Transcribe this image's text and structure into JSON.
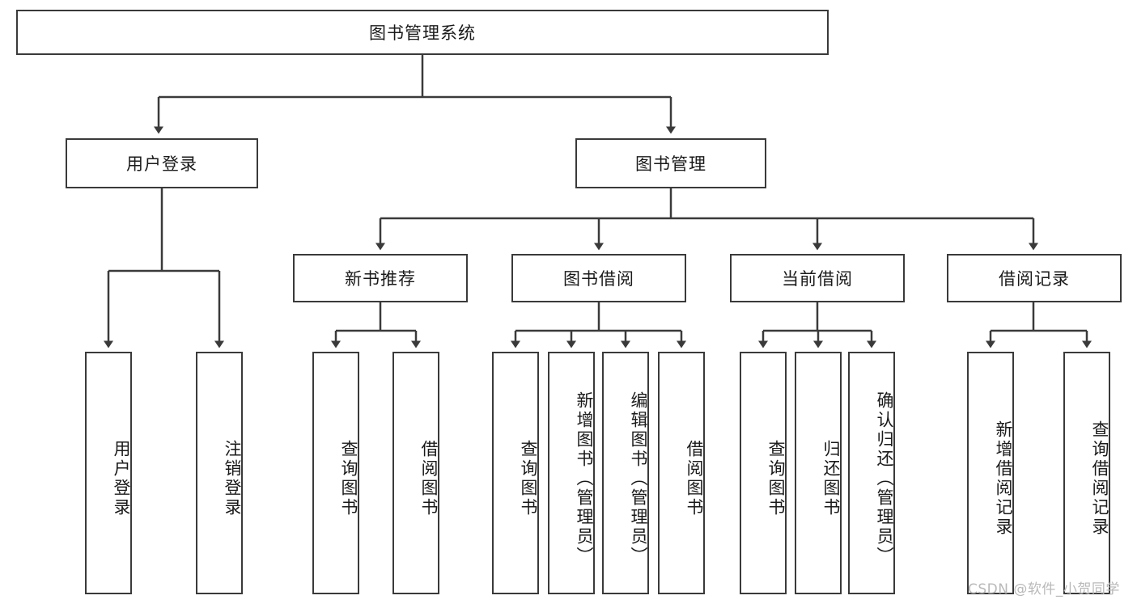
{
  "diagram": {
    "title_node": {
      "label": "图书管理系统"
    },
    "level2": [
      {
        "label": "用户登录"
      },
      {
        "label": "图书管理"
      }
    ],
    "level3": [
      {
        "label": "新书推荐"
      },
      {
        "label": "图书借阅"
      },
      {
        "label": "当前借阅"
      },
      {
        "label": "借阅记录"
      }
    ],
    "leaves": {
      "user_login": [
        {
          "label": "用户登录"
        },
        {
          "label": "注销登录"
        }
      ],
      "new_book_recommend": [
        {
          "label": "查询图书"
        },
        {
          "label": "借阅图书"
        }
      ],
      "book_borrow": [
        {
          "label": "查询图书"
        },
        {
          "label": "新增图书（管理员）"
        },
        {
          "label": "编辑图书（管理员）"
        },
        {
          "label": "借阅图书"
        }
      ],
      "current_borrow": [
        {
          "label": "查询图书"
        },
        {
          "label": "归还图书"
        },
        {
          "label": "确认归还（管理员）"
        }
      ],
      "borrow_record": [
        {
          "label": "新增借阅记录"
        },
        {
          "label": "查询借阅记录"
        }
      ]
    }
  },
  "watermark": {
    "text": "CSDN @软件_小贺同学"
  },
  "colors": {
    "node_border": "#3a3a3a",
    "node_fill": "#ffffff",
    "edge": "#3a3a3a",
    "text": "#1a1a1a",
    "watermark": "#b9b9b9"
  }
}
